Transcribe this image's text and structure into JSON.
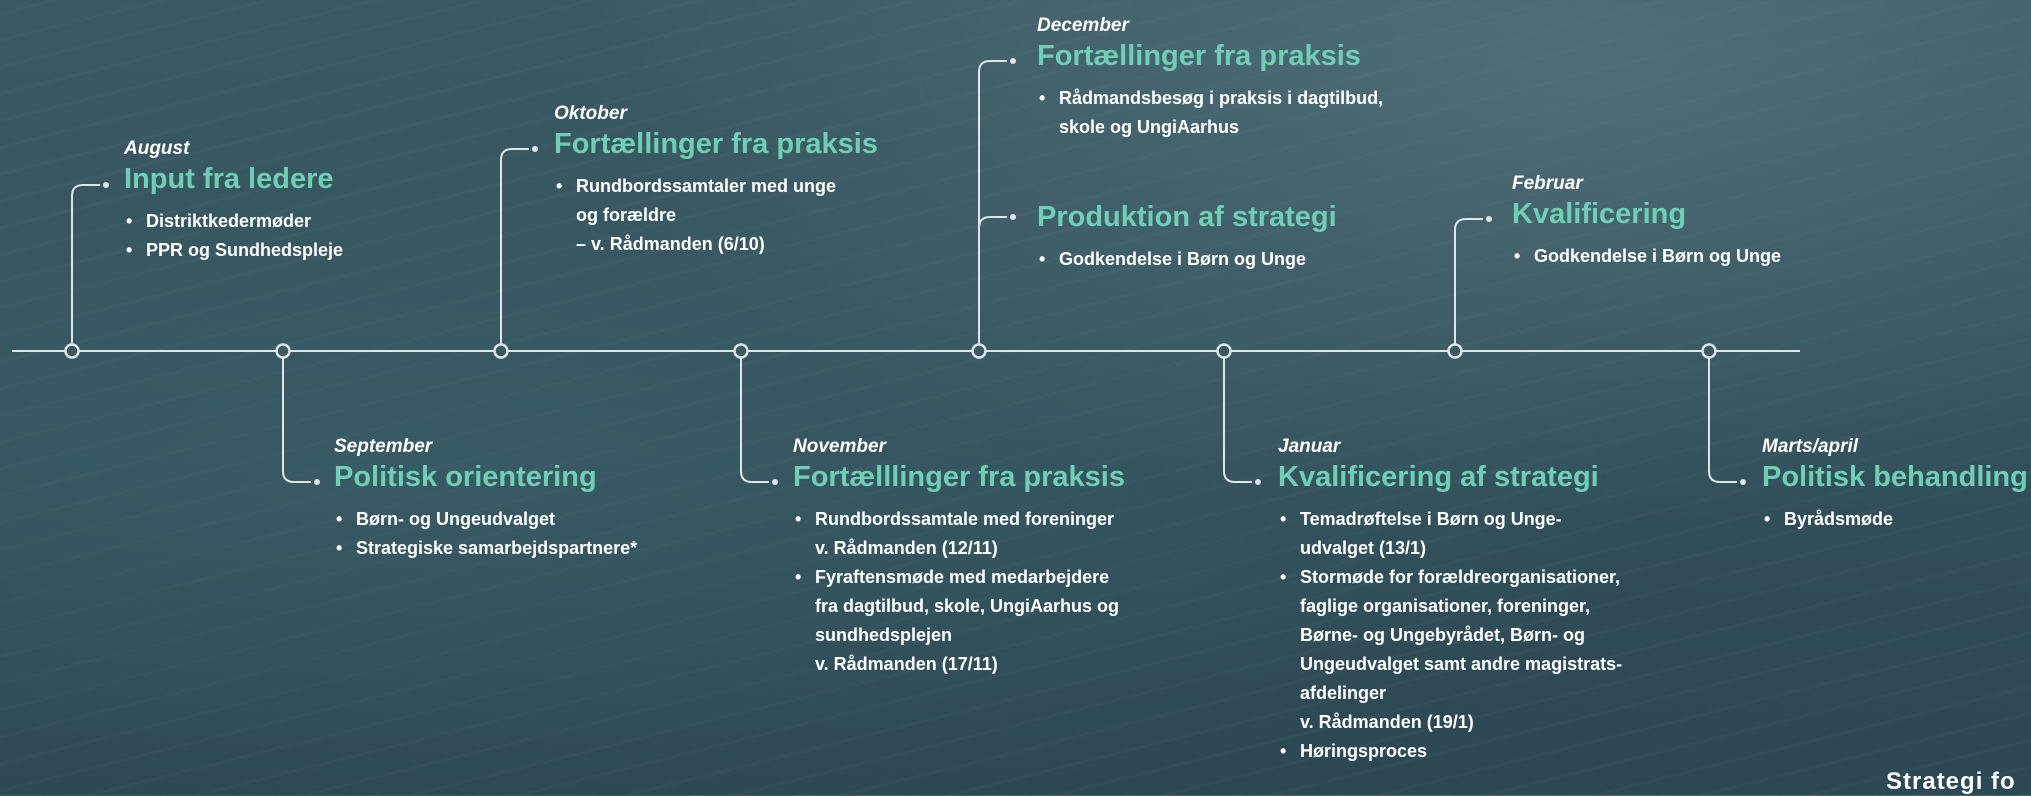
{
  "colors": {
    "accent": "#6fcfb4",
    "line": "#dfe6e6",
    "text": "#ffffff"
  },
  "timeline": {
    "items": [
      {
        "month": "August",
        "title": "Input fra ledere",
        "bullets": [
          "Distriktkedermøder",
          "PPR og Sundhedspleje"
        ]
      },
      {
        "month": "September",
        "title": "Politisk orientering",
        "bullets": [
          "Børn- og Ungeudvalget",
          "Strategiske samarbejdspartnere*"
        ]
      },
      {
        "month": "Oktober",
        "title": "Fortællinger fra praksis",
        "bullets": [
          "Rundbordssamtaler med unge\nog forældre\n– v. Rådmanden (6/10)"
        ]
      },
      {
        "month": "November",
        "title": "Fortælllinger fra praksis",
        "bullets": [
          "Rundbordssamtale med foreninger\nv. Rådmanden (12/11)",
          "Fyraftensmøde med medarbejdere\nfra dagtilbud, skole, UngiAarhus og\nsundhedsplejen\nv. Rådmanden (17/11)"
        ]
      },
      {
        "month": "December",
        "title": "Fortællinger fra praksis",
        "bullets": [
          "Rådmandsbesøg i praksis i dagtilbud,\nskole og UngiAarhus"
        ]
      },
      {
        "month": "",
        "title": "Produktion af strategi",
        "bullets": [
          "Godkendelse i Børn og Unge"
        ]
      },
      {
        "month": "Januar",
        "title": "Kvalificering af strategi",
        "bullets": [
          "Temadrøftelse i Børn og Unge-\nudvalget (13/1)",
          "Stormøde for forældreorganisationer,\nfaglige organisationer, foreninger,\nBørne- og Ungebyrådet, Børn- og\nUngeudvalget samt andre magistrats-\nafdelinger\nv. Rådmanden (19/1)",
          "Høringsproces"
        ]
      },
      {
        "month": "Februar",
        "title": "Kvalificering",
        "bullets": [
          "Godkendelse i Børn og Unge"
        ]
      },
      {
        "month": "Marts/april",
        "title": "Politisk behandling",
        "bullets": [
          "Byrådsmøde"
        ]
      }
    ]
  },
  "footer": {
    "text": "Strategi fo"
  }
}
